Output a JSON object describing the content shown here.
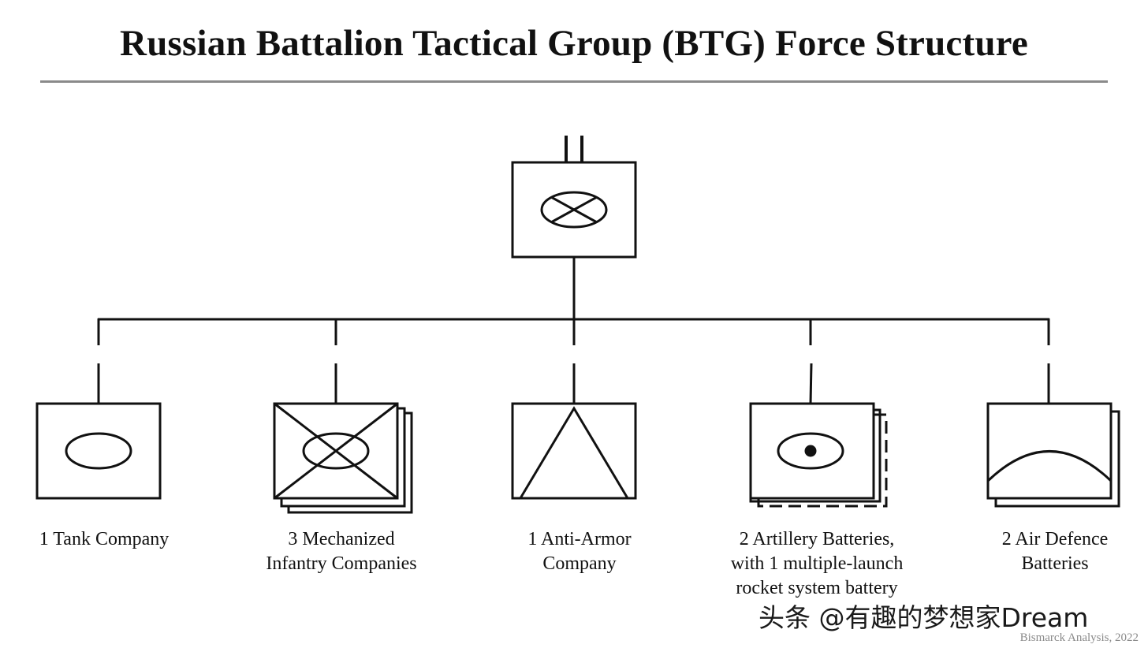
{
  "title": "Russian Battalion Tactical Group (BTG) Force Structure",
  "headquarters": {
    "echelon": "battalion",
    "symbol": "mechanized-infantry-in-ellipse"
  },
  "units": [
    {
      "label_lines": [
        "1 Tank Company"
      ],
      "symbol": "armor",
      "stack": 1
    },
    {
      "label_lines": [
        "3 Mechanized",
        "Infantry Companies"
      ],
      "symbol": "mechanized-infantry",
      "stack": 3
    },
    {
      "label_lines": [
        "1 Anti-Armor",
        "Company"
      ],
      "symbol": "anti-armor",
      "stack": 1
    },
    {
      "label_lines": [
        "2 Artillery Batteries,",
        "with 1 multiple-launch",
        "rocket system battery"
      ],
      "symbol": "self-propelled-artillery",
      "stack": 2,
      "stack_style": "dashed"
    },
    {
      "label_lines": [
        "2 Air Defence",
        "Batteries"
      ],
      "symbol": "air-defence",
      "stack": 2
    }
  ],
  "watermark": "头条 @有趣的梦想家Dream",
  "credit": "Bismarck Analysis, 2022",
  "colors": {
    "line": "#111111",
    "rule": "#8a8a8a",
    "credit": "#8a8a8a"
  }
}
